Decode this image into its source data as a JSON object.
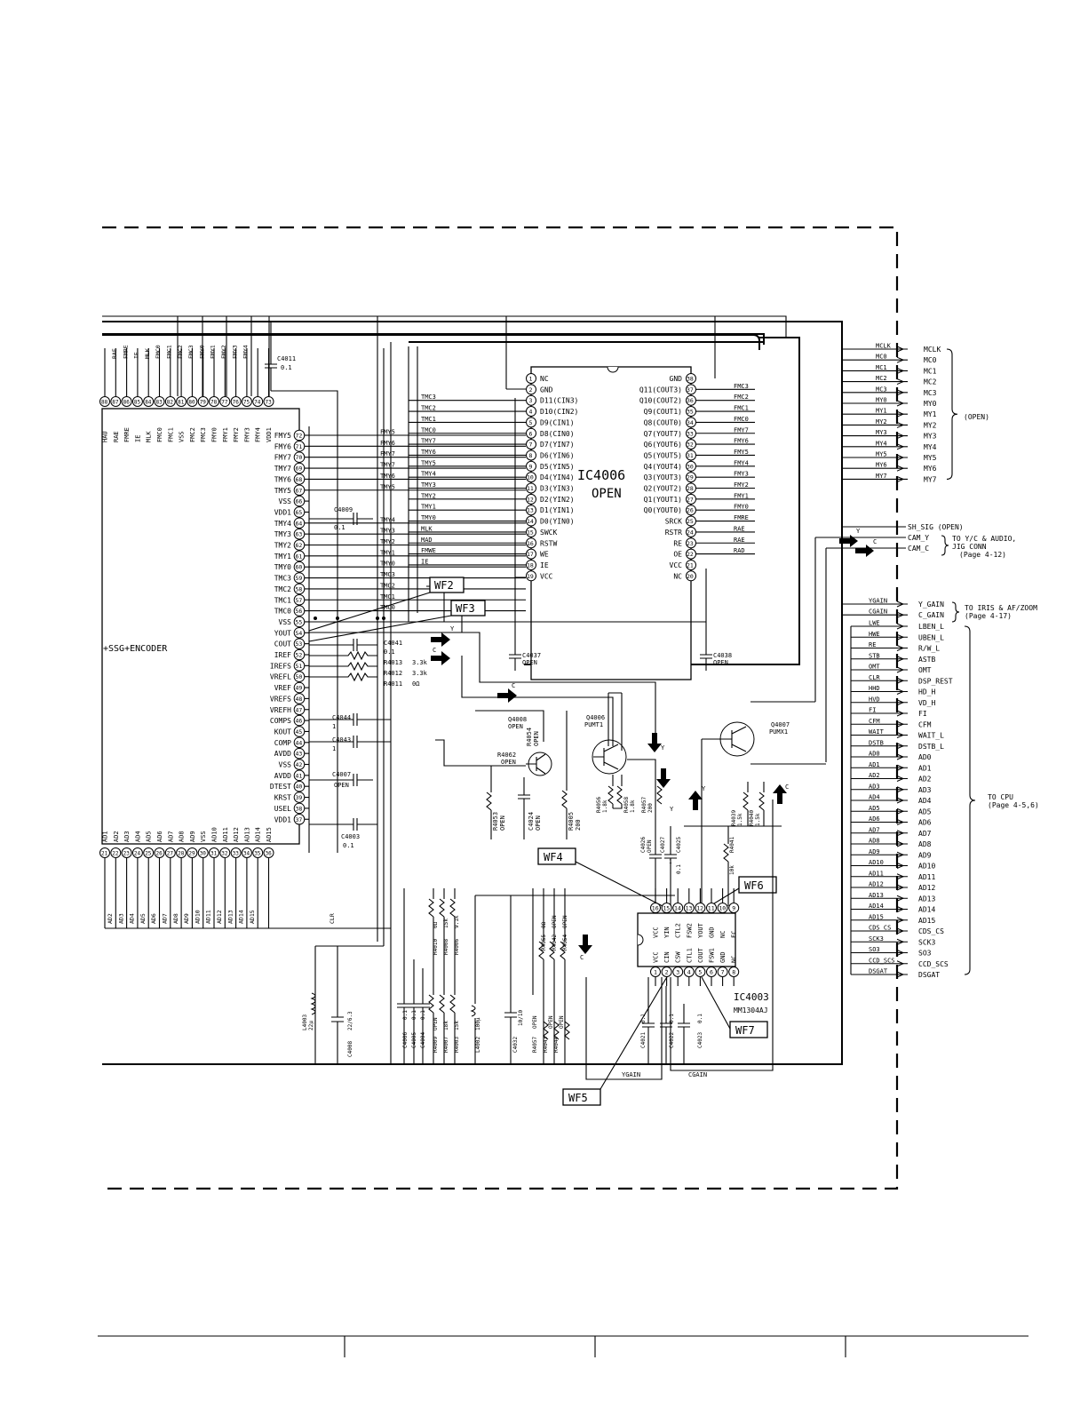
{
  "main_ic": {
    "title": "+SSG+ENCODER",
    "top_pins": [
      "HAU",
      "RAE",
      "FMRE",
      "IE",
      "MLK",
      "FMC0",
      "FMC1",
      "VSS",
      "FMC2",
      "FMC3",
      "FMY0",
      "FMY1",
      "FMY2",
      "FMY3",
      "FMY4",
      "VDD1"
    ],
    "top_pin_numbers": [
      "88",
      "87",
      "86",
      "85",
      "84",
      "83",
      "82",
      "81",
      "80",
      "79",
      "78",
      "77",
      "76",
      "75",
      "74",
      "73"
    ],
    "top_top_labels": [
      "RAE",
      "FMRE",
      "IE",
      "MLK",
      "FMC0",
      "FMC1",
      "FMC2",
      "FMC3",
      "FMY0",
      "FMY1",
      "FMY2",
      "FMY3",
      "FMY4"
    ],
    "right_pins": [
      {
        "num": "72",
        "name": "FMY5"
      },
      {
        "num": "71",
        "name": "FMY6"
      },
      {
        "num": "70",
        "name": "FMY7"
      },
      {
        "num": "69",
        "name": "TMY7"
      },
      {
        "num": "68",
        "name": "TMY6"
      },
      {
        "num": "67",
        "name": "TMY5"
      },
      {
        "num": "66",
        "name": "VSS"
      },
      {
        "num": "65",
        "name": "VDD1"
      },
      {
        "num": "64",
        "name": "TMY4"
      },
      {
        "num": "63",
        "name": "TMY3"
      },
      {
        "num": "62",
        "name": "TMY2"
      },
      {
        "num": "61",
        "name": "TMY1"
      },
      {
        "num": "60",
        "name": "TMY0"
      },
      {
        "num": "59",
        "name": "TMC3"
      },
      {
        "num": "58",
        "name": "TMC2"
      },
      {
        "num": "57",
        "name": "TMC1"
      },
      {
        "num": "56",
        "name": "TMC0"
      },
      {
        "num": "55",
        "name": "VSS"
      },
      {
        "num": "54",
        "name": "YOUT"
      },
      {
        "num": "53",
        "name": "COUT"
      },
      {
        "num": "52",
        "name": "IREF"
      },
      {
        "num": "51",
        "name": "IREFS"
      },
      {
        "num": "50",
        "name": "VREFL"
      },
      {
        "num": "49",
        "name": "VREF"
      },
      {
        "num": "48",
        "name": "VREFS"
      },
      {
        "num": "47",
        "name": "VREFH"
      },
      {
        "num": "46",
        "name": "COMPS"
      },
      {
        "num": "45",
        "name": "KOUT"
      },
      {
        "num": "44",
        "name": "COMP"
      },
      {
        "num": "43",
        "name": "AVDD"
      },
      {
        "num": "42",
        "name": "VSS"
      },
      {
        "num": "41",
        "name": "AVDD"
      },
      {
        "num": "40",
        "name": "DTEST"
      },
      {
        "num": "39",
        "name": "KRST"
      },
      {
        "num": "38",
        "name": "USEL"
      },
      {
        "num": "37",
        "name": "VDD1"
      }
    ],
    "bottom_pins": [
      "AD1",
      "AD2",
      "AD3",
      "AD4",
      "AD5",
      "AD6",
      "AD7",
      "AD8",
      "AD9",
      "VSS",
      "AD10",
      "AD11",
      "AD12",
      "AD13",
      "AD14",
      "AD15"
    ],
    "bottom_pin_numbers": [
      "21",
      "22",
      "23",
      "24",
      "25",
      "26",
      "27",
      "28",
      "29",
      "30",
      "31",
      "32",
      "33",
      "34",
      "35",
      "36"
    ],
    "bottom_bus_labels": [
      "AD2",
      "AD3",
      "AD4",
      "AD5",
      "AD6",
      "AD7",
      "AD8",
      "AD9",
      "AD10",
      "AD11",
      "AD12",
      "AD13",
      "AD14",
      "AD15",
      "CLR"
    ]
  },
  "bus_labels": [
    "FMY5",
    "FMY6",
    "FMY7",
    "TMY7",
    "TMY6",
    "TMY5",
    "TMY4",
    "TMY3",
    "TMY2",
    "TMY1",
    "TMY0",
    "TMC3",
    "TMC2",
    "TMC1",
    "TMC0"
  ],
  "ic4006": {
    "name": "IC4006",
    "sub": "OPEN",
    "left": [
      {
        "num": "1",
        "name": "NC",
        "net": ""
      },
      {
        "num": "2",
        "name": "GND",
        "net": ""
      },
      {
        "num": "3",
        "name": "D11(CIN3)",
        "net": "TMC3"
      },
      {
        "num": "4",
        "name": "D10(CIN2)",
        "net": "TMC2"
      },
      {
        "num": "5",
        "name": "D9(CIN1)",
        "net": "TMC1"
      },
      {
        "num": "6",
        "name": "D8(CIN0)",
        "net": "TMC0"
      },
      {
        "num": "7",
        "name": "D7(YIN7)",
        "net": "TMY7"
      },
      {
        "num": "8",
        "name": "D6(YIN6)",
        "net": "TMY6"
      },
      {
        "num": "9",
        "name": "D5(YIN5)",
        "net": "TMY5"
      },
      {
        "num": "10",
        "name": "D4(YIN4)",
        "net": "TMY4"
      },
      {
        "num": "11",
        "name": "D3(YIN3)",
        "net": "TMY3"
      },
      {
        "num": "12",
        "name": "D2(YIN2)",
        "net": "TMY2"
      },
      {
        "num": "13",
        "name": "D1(YIN1)",
        "net": "TMY1"
      },
      {
        "num": "14",
        "name": "D0(YIN0)",
        "net": "TMY0"
      },
      {
        "num": "15",
        "name": "SWCK",
        "net": "MLK"
      },
      {
        "num": "16",
        "name": "RSTW",
        "net": "MAD"
      },
      {
        "num": "17",
        "name": "WE",
        "net": "FMWE"
      },
      {
        "num": "18",
        "name": "IE",
        "net": "IE"
      },
      {
        "num": "19",
        "name": "VCC",
        "net": ""
      }
    ],
    "right": [
      {
        "num": "38",
        "name": "GND",
        "net": ""
      },
      {
        "num": "37",
        "name": "Q11(COUT3)",
        "net": "FMC3"
      },
      {
        "num": "36",
        "name": "Q10(COUT2)",
        "net": "FMC2"
      },
      {
        "num": "35",
        "name": "Q9(COUT1)",
        "net": "FMC1"
      },
      {
        "num": "34",
        "name": "Q8(COUT0)",
        "net": "FMC0"
      },
      {
        "num": "33",
        "name": "Q7(YOUT7)",
        "net": "FMY7"
      },
      {
        "num": "32",
        "name": "Q6(YOUT6)",
        "net": "FMY6"
      },
      {
        "num": "31",
        "name": "Q5(YOUT5)",
        "net": "FMY5"
      },
      {
        "num": "30",
        "name": "Q4(YOUT4)",
        "net": "FMY4"
      },
      {
        "num": "29",
        "name": "Q3(YOUT3)",
        "net": "FMY3"
      },
      {
        "num": "28",
        "name": "Q2(YOUT2)",
        "net": "FMY2"
      },
      {
        "num": "27",
        "name": "Q1(YOUT1)",
        "net": "FMY1"
      },
      {
        "num": "26",
        "name": "Q0(YOUT0)",
        "net": "FMY0"
      },
      {
        "num": "25",
        "name": "SRCK",
        "net": "FMRE"
      },
      {
        "num": "24",
        "name": "RSTR",
        "net": "RAE"
      },
      {
        "num": "23",
        "name": "RE",
        "net": "RAE"
      },
      {
        "num": "22",
        "name": "OE",
        "net": "RAD"
      },
      {
        "num": "21",
        "name": "VCC",
        "net": ""
      },
      {
        "num": "20",
        "name": "NC",
        "net": ""
      }
    ]
  },
  "connector_top": {
    "pins": [
      {
        "net": "MCLK",
        "label": "MCLK"
      },
      {
        "net": "MC0",
        "label": "MC0"
      },
      {
        "net": "MC1",
        "label": "MC1"
      },
      {
        "net": "MC2",
        "label": "MC2"
      },
      {
        "net": "MC3",
        "label": "MC3"
      },
      {
        "net": "MY0",
        "label": "MY0"
      },
      {
        "net": "MY1",
        "label": "MY1"
      },
      {
        "net": "MY2",
        "label": "MY2"
      },
      {
        "net": "MY3",
        "label": "MY3"
      },
      {
        "net": "MY4",
        "label": "MY4"
      },
      {
        "net": "MY5",
        "label": "MY5"
      },
      {
        "net": "MY6",
        "label": "MY6"
      },
      {
        "net": "MY7",
        "label": "MY7"
      }
    ],
    "note": "(OPEN)"
  },
  "signals_mid": {
    "sh_sig": "SH_SIG (OPEN)",
    "cam_y": "CAM_Y",
    "cam_c": "CAM_C",
    "note1": "TO Y/C & AUDIO,",
    "note2": "JIG CONN",
    "note3": "(Page 4-12)"
  },
  "gain": {
    "pins": [
      {
        "net": "YGAIN",
        "label": "Y_GAIN"
      },
      {
        "net": "CGAIN",
        "label": "C_GAIN"
      }
    ],
    "note1": "TO IRIS & AF/ZOOM",
    "note2": "(Page 4-17)"
  },
  "connector_cpu": {
    "pins": [
      {
        "net": "LWE",
        "label": "LBEN_L"
      },
      {
        "net": "HWE",
        "label": "UBEN_L"
      },
      {
        "net": "RE",
        "label": "R/W_L"
      },
      {
        "net": "STB",
        "label": "ASTB"
      },
      {
        "net": "OMT",
        "label": "OMT"
      },
      {
        "net": "CLR",
        "label": "DSP_REST"
      },
      {
        "net": "HHD",
        "label": "HD_H"
      },
      {
        "net": "HVD",
        "label": "VD_H"
      },
      {
        "net": "FI",
        "label": "FI"
      },
      {
        "net": "CFM",
        "label": "CFM"
      },
      {
        "net": "WAIT",
        "label": "WAIT_L"
      },
      {
        "net": "DSTB",
        "label": "DSTB_L"
      },
      {
        "net": "AD0",
        "label": "AD0"
      },
      {
        "net": "AD1",
        "label": "AD1"
      },
      {
        "net": "AD2",
        "label": "AD2"
      },
      {
        "net": "AD3",
        "label": "AD3"
      },
      {
        "net": "AD4",
        "label": "AD4"
      },
      {
        "net": "AD5",
        "label": "AD5"
      },
      {
        "net": "AD6",
        "label": "AD6"
      },
      {
        "net": "AD7",
        "label": "AD7"
      },
      {
        "net": "AD8",
        "label": "AD8"
      },
      {
        "net": "AD9",
        "label": "AD9"
      },
      {
        "net": "AD10",
        "label": "AD10"
      },
      {
        "net": "AD11",
        "label": "AD11"
      },
      {
        "net": "AD12",
        "label": "AD12"
      },
      {
        "net": "AD13",
        "label": "AD13"
      },
      {
        "net": "AD14",
        "label": "AD14"
      },
      {
        "net": "AD15",
        "label": "AD15"
      },
      {
        "net": "CDS_CS",
        "label": "CDS_CS"
      },
      {
        "net": "SCK3",
        "label": "SCK3"
      },
      {
        "net": "SO3",
        "label": "SO3"
      },
      {
        "net": "CCD_SCS",
        "label": "CCD_SCS"
      },
      {
        "net": "DSGAT",
        "label": "DSGAT"
      }
    ],
    "note1": "TO CPU",
    "note2": "(Page 4-5,6)"
  },
  "parts": {
    "c4011": {
      "ref": "C4011",
      "val": "0.1"
    },
    "c4009": {
      "ref": "C4009",
      "val": "0.1"
    },
    "c4041": {
      "ref": "C4041",
      "val": "0.1"
    },
    "c4044": {
      "ref": "C4044",
      "val": "1"
    },
    "c4043": {
      "ref": "C4043",
      "val": "1"
    },
    "c4007": {
      "ref": "C4007",
      "val": "OPEN"
    },
    "c4003": {
      "ref": "C4003",
      "val": "0.1"
    },
    "r4013": {
      "ref": "R4013",
      "val": "3.3k"
    },
    "r4012": {
      "ref": "R4012",
      "val": "3.3k"
    },
    "r4011": {
      "ref": "R4011",
      "val": "0Ω"
    },
    "c4037": {
      "ref": "C4037",
      "val": "OPEN"
    },
    "c4038": {
      "ref": "C4038",
      "val": "OPEN"
    },
    "q4008": {
      "ref": "Q4008",
      "val": "OPEN"
    },
    "r4054": {
      "ref": "R4054",
      "val": "OPEN"
    },
    "r4062": {
      "ref": "R4062",
      "val": "OPEN"
    },
    "q4006": {
      "ref": "Q4006",
      "val": "PUMT1"
    },
    "q4007": {
      "ref": "Q4007",
      "val": "PUMX1"
    },
    "r4053": {
      "ref": "R4053",
      "val": "OPEN"
    },
    "c4024": {
      "ref": "C4024",
      "val": "OPEN"
    },
    "r4005": {
      "ref": "R4005",
      "val": "200"
    },
    "r4056": {
      "ref": "R4056",
      "val": "1.8k"
    },
    "r4058": {
      "ref": "R4058",
      "val": "1.8k"
    },
    "r4057": {
      "ref": "R4057",
      "val": "200"
    },
    "r4039": {
      "ref": "R4039",
      "val": "1.5k"
    },
    "r4040": {
      "ref": "R4040",
      "val": "1.5k"
    },
    "r4041": {
      "ref": "R4041",
      "val": "10k"
    },
    "c4026": {
      "ref": "C4026",
      "val": "OPEN"
    },
    "c4027": {
      "ref": "C4027",
      "val": "1"
    },
    "c4025": {
      "ref": "C4025",
      "val": "0.1"
    },
    "r4010": {
      "ref": "R4010",
      "val": "0Ω"
    },
    "r4008": {
      "ref": "R4008",
      "val": "15k"
    },
    "r4006": {
      "ref": "R4006",
      "val": "9.1k"
    },
    "r4055": {
      "ref": "R4055",
      "val": "0Ω"
    },
    "r4042": {
      "ref": "R4042",
      "val": "OPEN"
    },
    "r4054b": {
      "ref": "R4054",
      "val": "OPEN"
    },
    "l4003": {
      "ref": "L4003",
      "val": "22μ"
    },
    "c4008": {
      "ref": "C4008",
      "val": "22/6.3"
    },
    "c4006": {
      "ref": "C4006",
      "val": "0.1"
    },
    "c4005": {
      "ref": "C4005",
      "val": "0.1"
    },
    "c4004": {
      "ref": "C4004",
      "val": "0.1"
    },
    "r4009": {
      "ref": "R4009",
      "val": "OPEN"
    },
    "r4007": {
      "ref": "R4007",
      "val": "18k"
    },
    "r4003": {
      "ref": "R4003",
      "val": "15k"
    },
    "l4002": {
      "ref": "L4002",
      "val": "100μ"
    },
    "c4032": {
      "ref": "C4032",
      "val": "10/10"
    },
    "r4057b": {
      "ref": "R4057",
      "val": "OPEN"
    },
    "r4043": {
      "ref": "R4043",
      "val": "OPEN"
    },
    "r4044": {
      "ref": "R4044",
      "val": "OPEN"
    },
    "c4021": {
      "ref": "C4021",
      "val": "0.1"
    },
    "c4022": {
      "ref": "C4022",
      "val": "0.1"
    },
    "c4023": {
      "ref": "C4023",
      "val": "0.1"
    }
  },
  "ic4003": {
    "name": "IC4003",
    "part": "MM1304AJ",
    "top_nums": [
      "16",
      "15",
      "14",
      "13",
      "12",
      "11",
      "10",
      "9"
    ],
    "top_names": [
      "VCC",
      "YIN",
      "CTL2",
      "FSW2",
      "YOUT",
      "GND",
      "NC",
      "FC"
    ],
    "bot_nums": [
      "1",
      "2",
      "3",
      "4",
      "5",
      "6",
      "7",
      "8"
    ],
    "bot_names": [
      "VCC",
      "CIN",
      "CSW",
      "CTL1",
      "COUT",
      "FSW1",
      "GND",
      "NC"
    ]
  },
  "waveforms": {
    "wf2": "WF2",
    "wf3": "WF3",
    "wf4": "WF4",
    "wf5": "WF5",
    "wf6": "WF6",
    "wf7": "WF7"
  },
  "arrows": {
    "y": "Y",
    "c": "C"
  },
  "net_labels": {
    "ygain": "YGAIN",
    "cgain": "CGAIN"
  }
}
